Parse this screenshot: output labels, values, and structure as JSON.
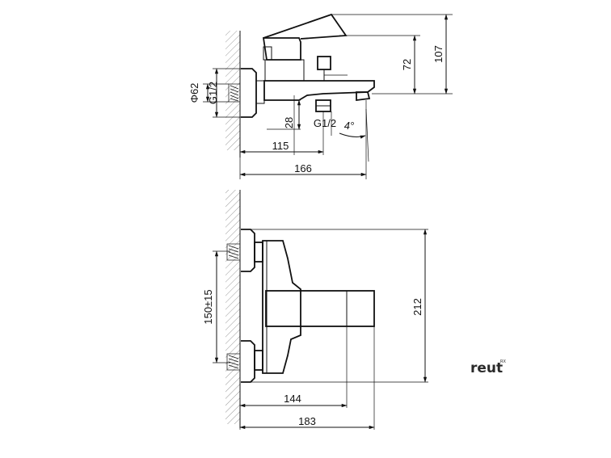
{
  "side_view": {
    "dimensions": {
      "outlet_height": "107",
      "handle_height": "72",
      "flange_diameter": "Φ62",
      "inlet_thread": "G1/2",
      "spout_offset": "28",
      "outlet_thread": "G1/2",
      "spout_angle": "4°",
      "spout_reach": "115",
      "total_reach": "166"
    }
  },
  "top_view": {
    "dimensions": {
      "inlet_spacing": "150±15",
      "body_width": "212",
      "body_depth": "144",
      "total_depth": "183"
    }
  },
  "brand": {
    "name": "reut",
    "mark": "RX"
  }
}
